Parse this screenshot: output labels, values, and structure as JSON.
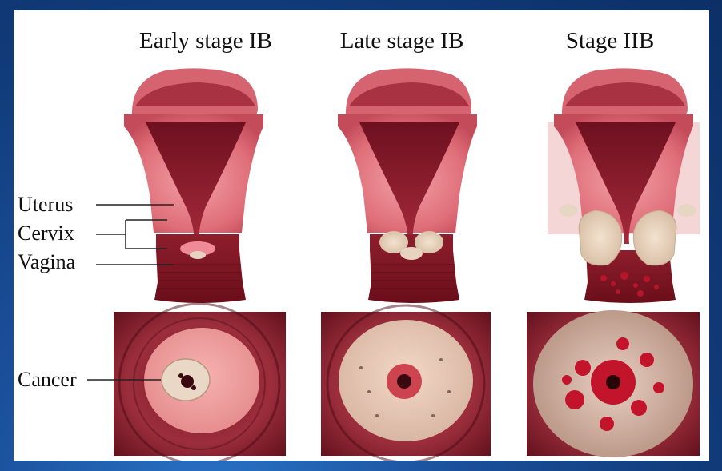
{
  "titles": {
    "col1": "Early stage IB",
    "col2": "Late stage IB",
    "col3": "Stage IIB"
  },
  "labels": {
    "uterus": "Uterus",
    "cervix": "Cervix",
    "vagina": "Vagina",
    "cancer": "Cancer"
  },
  "colors": {
    "background": "#14407a",
    "panel": "#ffffff",
    "tissue": "#e3707c",
    "cavity": "#8a1c2a",
    "tumor": "#e8d3bd",
    "spread": "#c2142a"
  }
}
